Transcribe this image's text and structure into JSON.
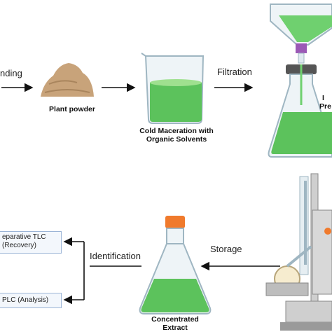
{
  "steps": {
    "grinding": "nding",
    "filtration": "Filtration",
    "storage": "Storage",
    "identification": "Identification"
  },
  "captions": {
    "plant_powder": "Plant powder",
    "cold_maceration": [
      "Cold Maceration with",
      "Organic Solvents"
    ],
    "flask_right": [
      "I",
      "Pre"
    ],
    "concentrated_extract": [
      "Concentrated",
      "Extract"
    ]
  },
  "boxes": {
    "prep_tlc": [
      "eparative TLC",
      "(Recovery)"
    ],
    "tlc_analysis": "PLC (Analysis)"
  },
  "colors": {
    "liquid_green": "#5cc25c",
    "liquid_light": "#9fe08f",
    "glass": "#dfeaf0",
    "arrow": "#111111",
    "box_border": "#9bb4d6",
    "cap_orange": "#f07a2c",
    "clamp_purple": "#9b59b6"
  }
}
